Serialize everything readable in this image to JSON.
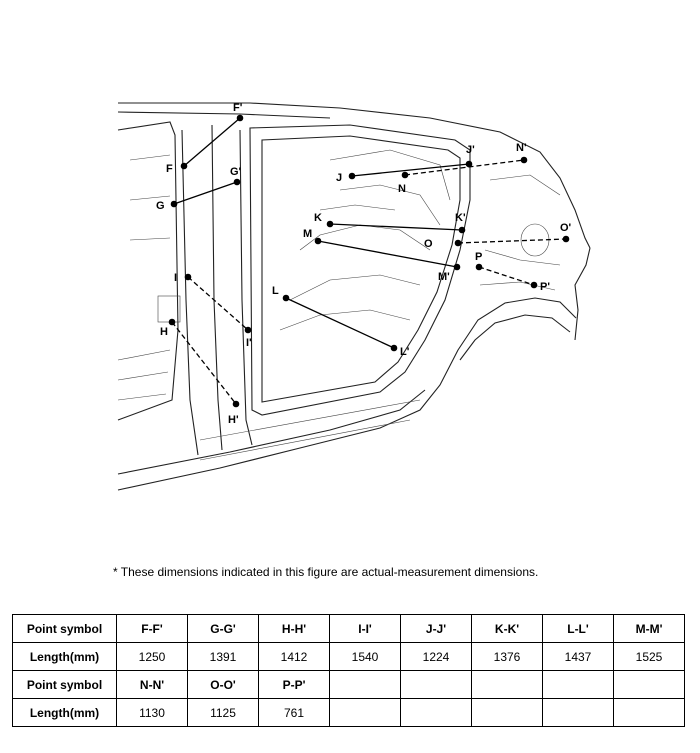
{
  "note": "* These dimensions indicated in this figure are actual-measurement dimensions.",
  "table": {
    "header_symbol": "Point symbol",
    "header_length": "Length(mm)",
    "rows": [
      {
        "symbols": [
          "F-F'",
          "G-G'",
          "H-H'",
          "I-I'",
          "J-J'",
          "K-K'",
          "L-L'",
          "M-M'"
        ],
        "lengths": [
          "1250",
          "1391",
          "1412",
          "1540",
          "1224",
          "1376",
          "1437",
          "1525"
        ]
      },
      {
        "symbols": [
          "N-N'",
          "O-O'",
          "P-P'",
          "",
          "",
          "",
          "",
          ""
        ],
        "lengths": [
          "1130",
          "1125",
          "761",
          "",
          "",
          "",
          "",
          ""
        ]
      }
    ]
  },
  "labels": {
    "F": "F",
    "F'": "F'",
    "G": "G",
    "G'": "G'",
    "H": "H",
    "H'": "H'",
    "I": "I",
    "I'": "I'",
    "J": "J",
    "J'": "J'",
    "K": "K",
    "K'": "K'",
    "L": "L",
    "L'": "L'",
    "M": "M",
    "M'": "M'",
    "N": "N",
    "N'": "N'",
    "O": "O",
    "O'": "O'",
    "P": "P",
    "P'": "P'"
  }
}
